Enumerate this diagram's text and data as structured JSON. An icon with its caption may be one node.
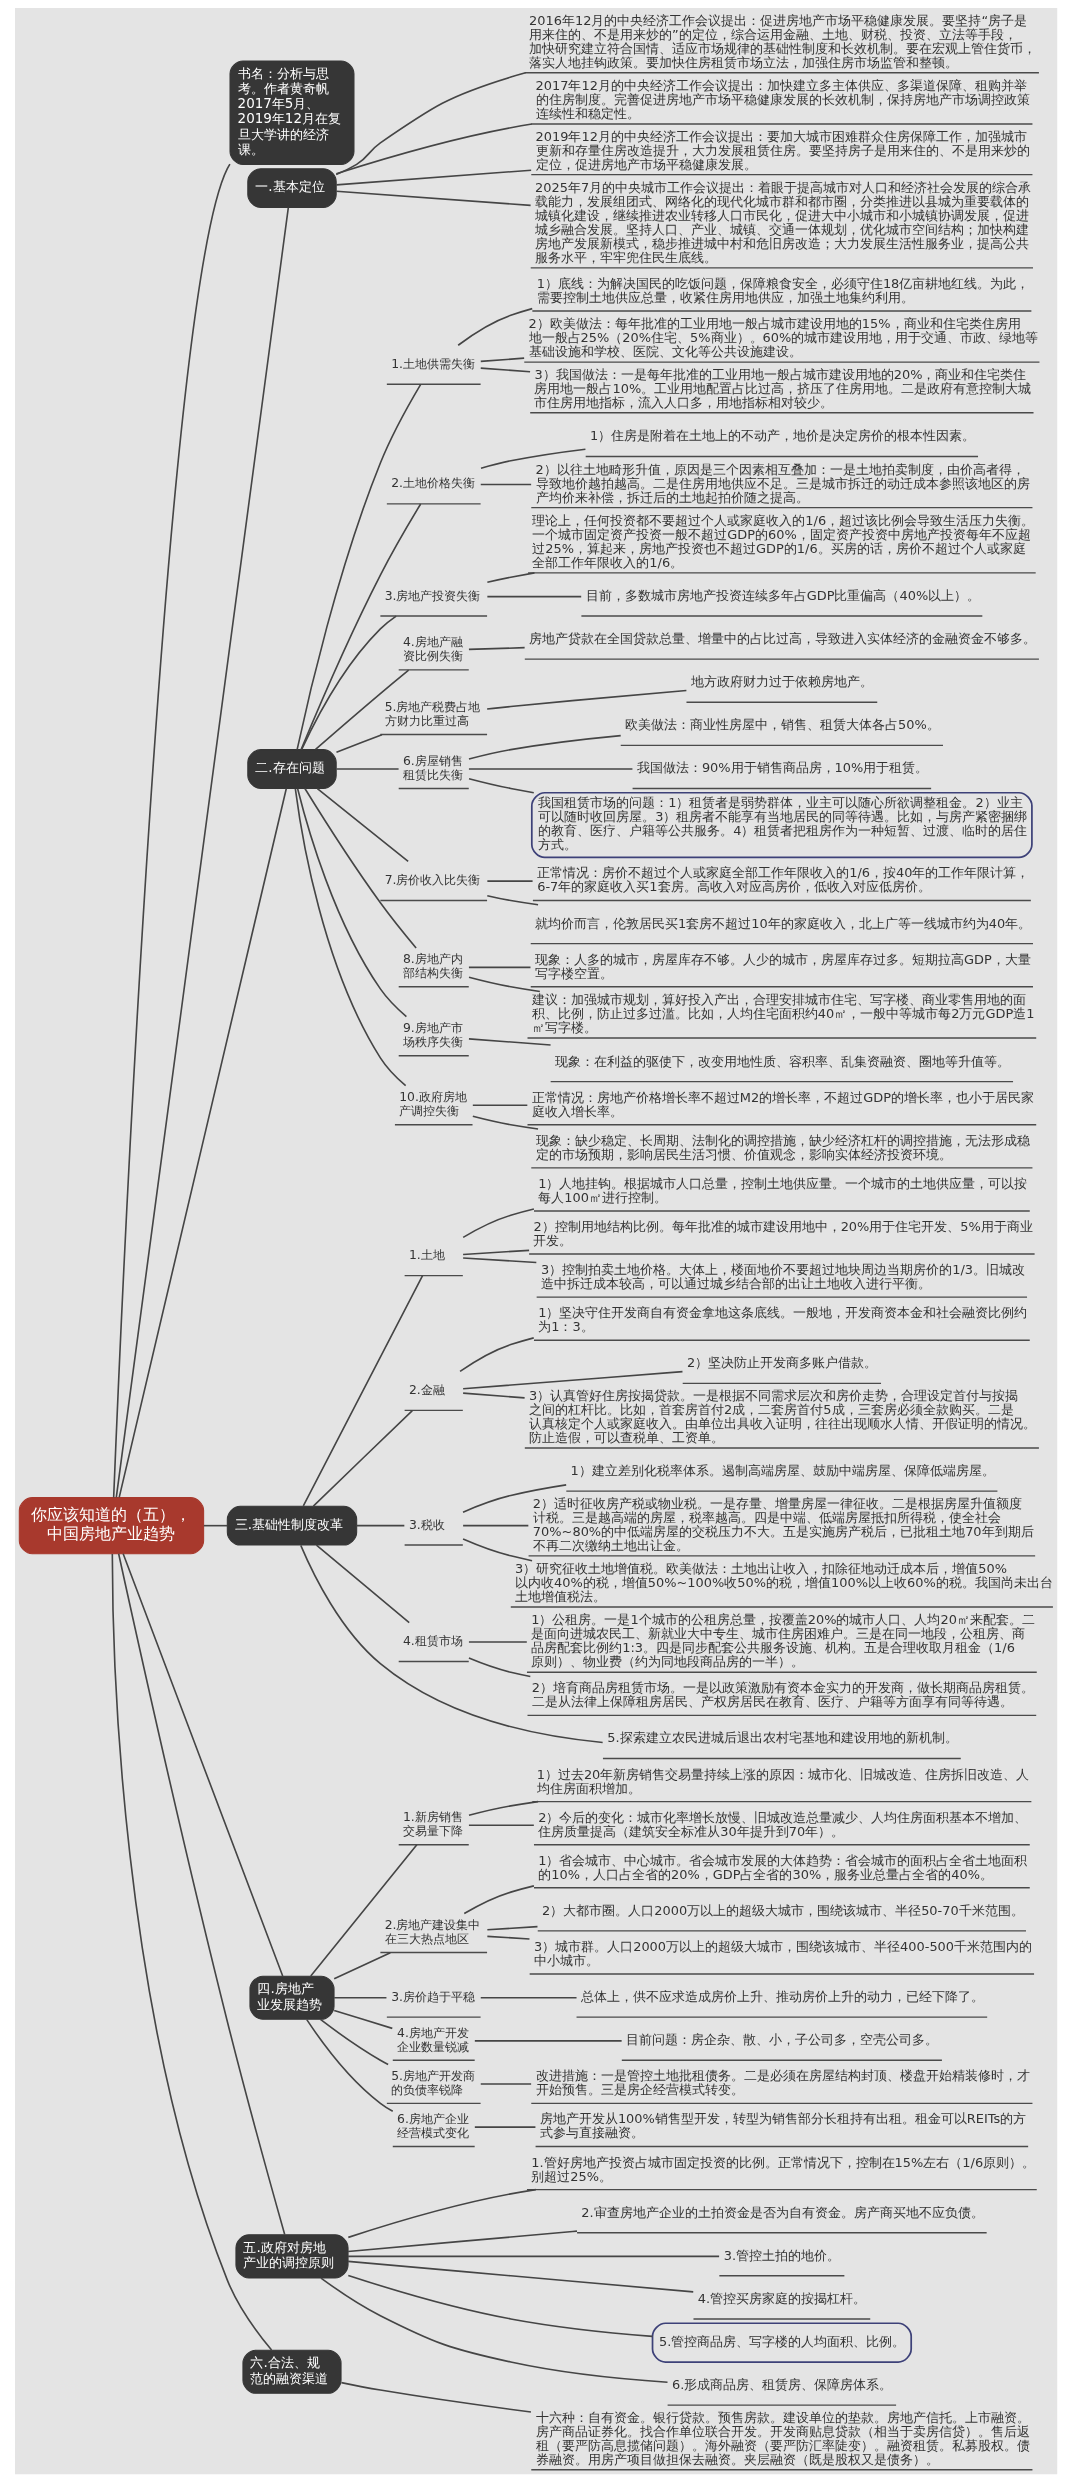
{
  "diagram": {
    "nodes": [
      {
        "text": [
          "你应该知道的（五），中国房地产业趋势"
        ]
      },
      {
        "text": [
          "书名：分析与思考。作者黄奇帆2017年5月、2019年12月在复旦大学讲的经济课。"
        ]
      },
      {
        "text": [
          "一.基本定位"
        ]
      },
      {
        "text": [
          "2016年12月的中央经济工作会议提出：促进房地产市场平稳健康发展。要坚持“房子是用来住的、不是用来炒的”的定位，综合运用金融、土地、财税、投资、立法等手段，加快研究建立符合国情、适应市场规律的基础性制度和长效机制。要在宏观上管住货币，落实人地挂钩政策。要加快住房租赁市场立法，加强住房市场监管和整顿。"
        ]
      },
      {
        "text": [
          "2017年12月的中央经济工作会议提出：加快建立多主体供应、多渠道保障、租购并举的住房制度。完善促进房地产市场平稳健康发展的长效机制，保持房地产市场调控政策连续性和稳定性。"
        ]
      },
      {
        "text": [
          "2019年12月的中央经济工作会议提出：要加大城市困难群众住房保障工作，加强城市更新和存量住房改造提升，大力发展租赁住房。要坚持房子是用来住的、不是用来炒的定位，促进房地产市场平稳健康发展。"
        ]
      },
      {
        "text": [
          "2025年7月的中央城市工作会议提出：着眼于提高城市对人口和经济社会发展的综合承载能力，发展组团式、网络化的现代化城市群和都市圈，分类推进以县城为重要载体的城镇化建设，继续推进农业转移人口市民化，促进大中小城市和小城镇协调发展，促进城乡融合发展。坚持人口、产业、城镇、交通一体规划，优化城市空间结构；加快构建房地产发展新模式，稳步推进城中村和危旧房改造；大力发展生活性服务业，提高公共服务水平，牢牢兜住民生底线。"
        ]
      },
      {
        "text": [
          "二.存在问题"
        ]
      },
      {
        "text": [
          "1.土地供需失衡"
        ]
      },
      {
        "text": [
          "1）底线：为解决国民的吃饭问题，保障粮食安全，必须守住18亿亩耕地红线。为此，需要控制土地供应总量，收紧住房用地供应，加强土地集约利用。"
        ]
      },
      {
        "text": [
          "2）欧美做法：每年批准的工业用地一般占城市建设用地的15%，商业和住宅类住房用地一般占25%（20%住宅、5%商业）。60%的城市建设用地，用于交通、市政、绿地等基础设施和学校、医院、文化等公共设施建设。"
        ]
      },
      {
        "text": [
          "3）我国做法：一是每年批准的工业用地一般占城市建设用地的20%，商业和住宅类住房用地一般占10%。工业用地配置占比过高，挤压了住房用地。二是政府有意控制大城市住房用地指标，流入人口多，用地指标相对较少。"
        ]
      },
      {
        "text": [
          "2.土地价格失衡"
        ]
      },
      {
        "text": [
          "1）住房是附着在土地上的不动产，地价是决定房价的根本性因素。"
        ]
      },
      {
        "text": [
          "2）以往土地畸形升值，原因是三个因素相互叠加：一是土地拍卖制度，由价高者得，导致地价越拍越高。二是住房用地供应不足。三是城市拆迁的动迁成本参照该地区的房产均价来补偿，拆迁后的土地起拍价随之提高。"
        ]
      },
      {
        "text": [
          "3.房地产投资失衡"
        ]
      },
      {
        "text": [
          "理论上，任何投资都不要超过个人或家庭收入的1/6，超过该比例会导致生活压力失衡。一个城市固定资产投资一般不超过GDP的60%，固定资产投资中房地产投资每年不应超过25%，算起来，房地产投资也不超过GDP的1/6。买房的话，房价不超过个人或家庭全部工作年限收入的1/6。"
        ]
      },
      {
        "text": [
          "目前，多数城市房地产投资连续多年占GDP比重偏高（40%以上）。"
        ]
      },
      {
        "text": [
          "4.房地产融资比例失衡"
        ]
      },
      {
        "text": [
          "房地产贷款在全国贷款总量、增量中的占比过高，导致进入实体经济的金融资金不够多。"
        ]
      },
      {
        "text": [
          "5.房地产税费占地方财力比重过高"
        ]
      },
      {
        "text": [
          "地方政府财力过于依赖房地产。"
        ]
      },
      {
        "text": [
          "6.房屋销售租赁比失衡"
        ]
      },
      {
        "text": [
          "欧美做法：商业性房屋中，销售、租赁大体各占50%。"
        ]
      },
      {
        "text": [
          "我国做法：90%用于销售商品房，10%用于租赁。"
        ]
      },
      {
        "text": [
          "我国租赁市场的问题：1）租赁者是弱势群体，业主可以随心所欲调整租金。2）业主可以随时收回房屋。3）租房者不能享有当地居民的同等待遇。比如，与房产紧密捆绑的教育、医疗、户籍等公共服务。4）租赁者把租房作为一种短暂、过渡、临时的居住方式。"
        ]
      },
      {
        "text": [
          "7.房价收入比失衡"
        ]
      },
      {
        "text": [
          "正常情况：房价不超过个人或家庭全部工作年限收入的1/6，按40年的工作年限计算，6-7年的家庭收入买1套房。高收入对应高房价，低收入对应低房价。"
        ]
      },
      {
        "text": [
          "就均价而言，伦敦居民买1套房不超过10年的家庭收入，北上广等一线城市约为40年。"
        ]
      },
      {
        "text": [
          "8.房地产内部结构失衡"
        ]
      },
      {
        "text": [
          "现象：人多的城市，房屋库存不够。人少的城市，房屋库存过多。短期拉高GDP，大量写字楼空置。"
        ]
      },
      {
        "text": [
          "建议：加强城市规划，算好投入产出，合理安排城市住宅、写字楼、商业零售用地的面积、比例，防止过多过滥。比如，人均住宅面积约40㎡，一般中等城市每2万元GDP造1㎡写字楼。"
        ]
      },
      {
        "text": [
          "9.房地产市场秩序失衡"
        ]
      },
      {
        "text": [
          "现象：在利益的驱使下，改变用地性质、容积率、乱集资融资、圈地等升值等。"
        ]
      },
      {
        "text": [
          "10.政府房地产调控失衡"
        ]
      },
      {
        "text": [
          "正常情况：房地产价格增长率不超过M2的增长率，不超过GDP的增长率，也小于居民家庭收入增长率。"
        ]
      },
      {
        "text": [
          "现象：缺少稳定、长周期、法制化的调控措施，缺少经济杠杆的调控措施，无法形成稳定的市场预期，影响居民生活习惯、价值观念，影响实体经济投资环境。"
        ]
      },
      {
        "text": [
          "三.基础性制度改革"
        ]
      },
      {
        "text": [
          "1.土地"
        ]
      },
      {
        "text": [
          "1）人地挂钩。根据城市人口总量，控制土地供应量。一个城市的土地供应量，可以按每人100㎡进行控制。"
        ]
      },
      {
        "text": [
          "2）控制用地结构比例。每年批准的城市建设用地中，20%用于住宅开发、5%用于商业开发。"
        ]
      },
      {
        "text": [
          "3）控制拍卖土地价格。大体上，楼面地价不要超过地块周边当期房价的1/3。旧城改造中拆迁成本较高，可以通过城乡结合部的出让土地收入进行平衡。"
        ]
      },
      {
        "text": [
          "2.金融"
        ]
      },
      {
        "text": [
          "1）坚决守住开发商自有资金拿地这条底线。一般地，开发商资本金和社会融资比例约为1：3。"
        ]
      },
      {
        "text": [
          "2）坚决防止开发商多账户借款。"
        ]
      },
      {
        "text": [
          "3）认真管好住房按揭贷款。一是根据不同需求层次和房价走势，合理设定首付与按揭之间的杠杆比。比如，首套房首付2成，二套房首付5成，三套房必须全款购买。二是认真核定个人或家庭收入。由单位出具收入证明，往往出现顺水人情、开假证明的情况。防止造假，可以查税单、工资单。"
        ]
      },
      {
        "text": [
          "3.税收"
        ]
      },
      {
        "text": [
          "1）建立差别化税率体系。遏制高端房屋、鼓励中端房屋、保障低端房屋。"
        ]
      },
      {
        "text": [
          "2）适时征收房产税或物业税。一是存量、增量房屋一律征收。二是根据房屋升值额度计税。三是越高端的房屋，税率越高。四是中端、低端房屋抵扣所得税，使全社会70%~80%的中低端房屋的交税压力不大。五是实施房产税后，已批租土地70年到期后不再二次缴纳土地出让金。"
        ]
      },
      {
        "text": [
          "3）研究征收土地增值税。欧美做法：土地出让收入，扣除征地动迁成本后，增值50%以内收40%的税，增值50%~100%收50%的税，增值100%以上收60%的税。我国尚未出台土地增值税法。"
        ]
      },
      {
        "text": [
          "4.租赁市场"
        ]
      },
      {
        "text": [
          "1）公租房。一是1个城市的公租房总量，按覆盖20%的城市人口、人均20㎡来配套。二是面向进城农民工、新就业大中专生、城市住房困难户。三是在同一地段，公租房、商品房配套比例约1:3。四是同步配套公共服务设施、机构。五是合理收取月租金（1/6原则）、物业费（约为同地段商品房的一半）。"
        ]
      },
      {
        "text": [
          "2）培育商品房租赁市场。一是以政策激励有资本金实力的开发商，做长期商品房租赁。二是从法律上保障租房居民、产权房居民在教育、医疗、户籍等方面享有同等待遇。"
        ]
      },
      {
        "text": [
          "5.探索建立农民进城后退出农村宅基地和建设用地的新机制。"
        ]
      },
      {
        "text": [
          "四.房地产业发展趋势"
        ]
      },
      {
        "text": [
          "1.新房销售交易量下降"
        ]
      },
      {
        "text": [
          "1）过去20年新房销售交易量持续上涨的原因：城市化、旧城改造、住房拆旧改造、人均住房面积增加。"
        ]
      },
      {
        "text": [
          "2）今后的变化：城市化率增长放慢、旧城改造总量减少、人均住房面积基本不增加、住房质量提高（建筑安全标准从30年提升到70年）。"
        ]
      },
      {
        "text": [
          "2.房地产建设集中在三大热点地区"
        ]
      },
      {
        "text": [
          "1）省会城市、中心城市。省会城市发展的大体趋势：省会城市的面积占全省土地面积的10%，人口占全省的20%，GDP占全省的30%，服务业总量占全省的40%。"
        ]
      },
      {
        "text": [
          "2）大都市圈。人口2000万以上的超级大城市，围绕该城市、半径50-70千米范围。"
        ]
      },
      {
        "text": [
          "3）城市群。人口2000万以上的超级大城市，围绕该城市、半径400-500千米范围内的中小城市。"
        ]
      },
      {
        "text": [
          "3.房价趋于平稳"
        ]
      },
      {
        "text": [
          "总体上，供不应求造成房价上升、推动房价上升的动力，已经下降了。"
        ]
      },
      {
        "text": [
          "4.房地产开发企业数量锐减"
        ]
      },
      {
        "text": [
          "目前问题：房企杂、散、小，子公司多，空壳公司多。"
        ]
      },
      {
        "text": [
          "5.房地产开发商的负债率锐降"
        ]
      },
      {
        "text": [
          "改进措施：一是管控土地批租债务。二是必须在房屋结构封顶、楼盘开始精装修时，才开始预售。三是房企经营模式转变。"
        ]
      },
      {
        "text": [
          "6.房地产企业经营模式变化"
        ]
      },
      {
        "text": [
          "房地产开发从100%销售型开发，转型为销售部分长租持有出租。租金可以REITs的方式参与直接融资。"
        ]
      },
      {
        "text": [
          "五.政府对房地产业的调控原则"
        ]
      },
      {
        "text": [
          "1.管好房地产投资占城市固定投资的比例。正常情况下，控制在15%左右（1/6原则）。别超过25%。"
        ]
      },
      {
        "text": [
          "2.审查房地产企业的土拍资金是否为自有资金。房产商买地不应负债。"
        ]
      },
      {
        "text": [
          "3.管控土拍的地价。"
        ]
      },
      {
        "text": [
          "4.管控买房家庭的按揭杠杆。"
        ]
      },
      {
        "text": [
          "5.管控商品房、写字楼的人均面积、比例。"
        ]
      },
      {
        "text": [
          "6.形成商品房、租赁房、保障房体系。"
        ]
      },
      {
        "text": [
          "六.合法、规范的融资渠道"
        ]
      },
      {
        "text": [
          "十六种：自有资金。银行贷款。预售房款。建设单位的垫款。房地产信托。上市融资。房产商品证券化。找合作单位联合开发。开发商贴息贷款（相当于卖房信贷）。售后返租（要严防高息揽储问题）。海外融资（要严防汇率陡变）。融资租赁。私募股权。债券融资。用房产项目做担保去融资。夹层融资（既是股权又是债务）。"
        ]
      }
    ],
    "edges": [
      {
        "from": 0,
        "to": 1,
        "arrow": "none"
      },
      {
        "from": 0,
        "to": 2,
        "arrow": "none"
      },
      {
        "from": 0,
        "to": 7,
        "arrow": "none"
      },
      {
        "from": 0,
        "to": 37,
        "arrow": "none"
      },
      {
        "from": 0,
        "to": 54,
        "arrow": "none"
      },
      {
        "from": 0,
        "to": 70,
        "arrow": "none"
      },
      {
        "from": 0,
        "to": 77,
        "arrow": "none"
      },
      {
        "from": 2,
        "to": 3,
        "arrow": "none"
      },
      {
        "from": 2,
        "to": 4,
        "arrow": "none"
      },
      {
        "from": 2,
        "to": 5,
        "arrow": "none"
      },
      {
        "from": 2,
        "to": 6,
        "arrow": "none"
      },
      {
        "from": 7,
        "to": 8,
        "arrow": "none"
      },
      {
        "from": 8,
        "to": 9,
        "arrow": "none"
      },
      {
        "from": 8,
        "to": 10,
        "arrow": "none"
      },
      {
        "from": 8,
        "to": 11,
        "arrow": "none"
      },
      {
        "from": 7,
        "to": 12,
        "arrow": "none"
      },
      {
        "from": 12,
        "to": 13,
        "arrow": "none"
      },
      {
        "from": 12,
        "to": 14,
        "arrow": "none"
      },
      {
        "from": 7,
        "to": 15,
        "arrow": "none"
      },
      {
        "from": 15,
        "to": 16,
        "arrow": "none"
      },
      {
        "from": 15,
        "to": 17,
        "arrow": "none"
      },
      {
        "from": 7,
        "to": 18,
        "arrow": "none"
      },
      {
        "from": 18,
        "to": 19,
        "arrow": "none"
      },
      {
        "from": 7,
        "to": 20,
        "arrow": "none"
      },
      {
        "from": 20,
        "to": 21,
        "arrow": "none"
      },
      {
        "from": 7,
        "to": 22,
        "arrow": "none"
      },
      {
        "from": 22,
        "to": 23,
        "arrow": "none"
      },
      {
        "from": 22,
        "to": 24,
        "arrow": "none"
      },
      {
        "from": 22,
        "to": 25,
        "arrow": "none"
      },
      {
        "from": 7,
        "to": 26,
        "arrow": "none"
      },
      {
        "from": 26,
        "to": 27,
        "arrow": "none"
      },
      {
        "from": 26,
        "to": 28,
        "arrow": "none"
      },
      {
        "from": 7,
        "to": 29,
        "arrow": "none"
      },
      {
        "from": 29,
        "to": 30,
        "arrow": "none"
      },
      {
        "from": 29,
        "to": 31,
        "arrow": "none"
      },
      {
        "from": 7,
        "to": 32,
        "arrow": "none"
      },
      {
        "from": 32,
        "to": 33,
        "arrow": "none"
      },
      {
        "from": 7,
        "to": 34,
        "arrow": "none"
      },
      {
        "from": 34,
        "to": 35,
        "arrow": "none"
      },
      {
        "from": 34,
        "to": 36,
        "arrow": "none"
      },
      {
        "from": 37,
        "to": 38,
        "arrow": "none"
      },
      {
        "from": 38,
        "to": 39,
        "arrow": "none"
      },
      {
        "from": 38,
        "to": 40,
        "arrow": "none"
      },
      {
        "from": 38,
        "to": 41,
        "arrow": "none"
      },
      {
        "from": 37,
        "to": 42,
        "arrow": "none"
      },
      {
        "from": 42,
        "to": 43,
        "arrow": "none"
      },
      {
        "from": 42,
        "to": 44,
        "arrow": "none"
      },
      {
        "from": 42,
        "to": 45,
        "arrow": "none"
      },
      {
        "from": 37,
        "to": 46,
        "arrow": "none"
      },
      {
        "from": 46,
        "to": 47,
        "arrow": "none"
      },
      {
        "from": 46,
        "to": 48,
        "arrow": "none"
      },
      {
        "from": 46,
        "to": 49,
        "arrow": "none"
      },
      {
        "from": 37,
        "to": 50,
        "arrow": "none"
      },
      {
        "from": 50,
        "to": 51,
        "arrow": "none"
      },
      {
        "from": 50,
        "to": 52,
        "arrow": "none"
      },
      {
        "from": 37,
        "to": 53,
        "arrow": "none"
      },
      {
        "from": 54,
        "to": 55,
        "arrow": "none"
      },
      {
        "from": 55,
        "to": 56,
        "arrow": "none"
      },
      {
        "from": 55,
        "to": 57,
        "arrow": "none"
      },
      {
        "from": 54,
        "to": 58,
        "arrow": "none"
      },
      {
        "from": 58,
        "to": 59,
        "arrow": "none"
      },
      {
        "from": 58,
        "to": 60,
        "arrow": "none"
      },
      {
        "from": 58,
        "to": 61,
        "arrow": "none"
      },
      {
        "from": 54,
        "to": 62,
        "arrow": "none"
      },
      {
        "from": 62,
        "to": 63,
        "arrow": "none"
      },
      {
        "from": 54,
        "to": 64,
        "arrow": "none"
      },
      {
        "from": 64,
        "to": 65,
        "arrow": "none"
      },
      {
        "from": 54,
        "to": 66,
        "arrow": "none"
      },
      {
        "from": 66,
        "to": 67,
        "arrow": "none"
      },
      {
        "from": 54,
        "to": 68,
        "arrow": "none"
      },
      {
        "from": 68,
        "to": 69,
        "arrow": "none"
      },
      {
        "from": 70,
        "to": 71,
        "arrow": "none"
      },
      {
        "from": 70,
        "to": 72,
        "arrow": "none"
      },
      {
        "from": 70,
        "to": 73,
        "arrow": "none"
      },
      {
        "from": 70,
        "to": 74,
        "arrow": "none"
      },
      {
        "from": 70,
        "to": 75,
        "arrow": "none"
      },
      {
        "from": 70,
        "to": 76,
        "arrow": "none"
      },
      {
        "from": 77,
        "to": 78,
        "arrow": "none"
      }
    ]
  }
}
